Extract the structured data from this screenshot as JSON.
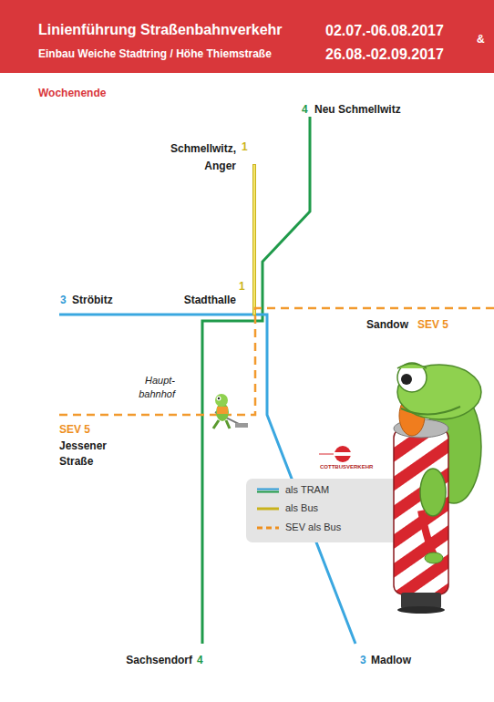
{
  "diagram": {
    "title": "Linienführung Straßenbahnverkehr",
    "labels": [
      "Einbau Weiche Stadtring / Höhe Thiemstraße",
      "02.07.-06.08.2017",
      "&",
      "26.08.-02.09.2017",
      "Wochenende",
      "4",
      "Neu Schmellwitz",
      "Schmellwitz, Anger",
      "1",
      "1",
      "Stadthalle",
      "3",
      "Ströbitz",
      "Sandow",
      "SEV 5",
      "Haupt- bahnhof",
      "SEV 5",
      "Jessener Straße",
      "Sachsendorf",
      "4",
      "3",
      "Madlow",
      "COTTBUSVERKEHR"
    ],
    "legend": [
      {
        "text": "als TRAM"
      },
      {
        "text": "als Bus"
      },
      {
        "text": "SEV als Bus"
      }
    ]
  }
}
